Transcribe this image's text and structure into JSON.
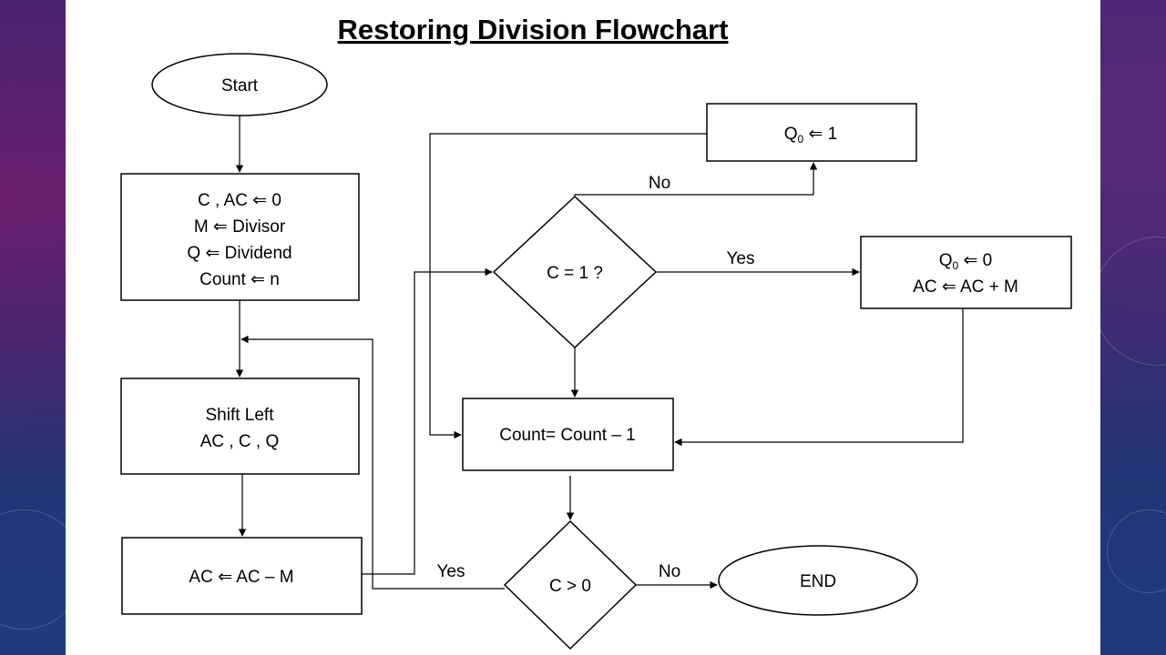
{
  "title": "Restoring Division Flowchart",
  "colors": {
    "panel": "#ffffff",
    "stroke": "#000000",
    "background": "#2a2358"
  },
  "nodes": {
    "start": {
      "label": "Start"
    },
    "init": {
      "lines": [
        "C , AC  ⇐  0",
        "M  ⇐  Divisor",
        "Q  ⇐  Dividend",
        "Count  ⇐  n"
      ]
    },
    "shift": {
      "lines": [
        "Shift Left",
        "AC , C , Q"
      ]
    },
    "subtract": {
      "label": "AC  ⇐  AC – M"
    },
    "check_c": {
      "label": "C = 1 ?"
    },
    "set_q1": {
      "q": "Q",
      "sub": "0",
      "rest": "  ⇐  1"
    },
    "set_q0": {
      "q": "Q",
      "sub": "0",
      "rest": "  ⇐  0",
      "line2": "AC  ⇐  AC + M"
    },
    "decrement": {
      "label": "Count= Count – 1"
    },
    "check_count": {
      "label": "C > 0"
    },
    "end": {
      "label": "END"
    }
  },
  "edge_labels": {
    "check_c_no": "No",
    "check_c_yes": "Yes",
    "check_count_yes": "Yes",
    "check_count_no": "No"
  }
}
